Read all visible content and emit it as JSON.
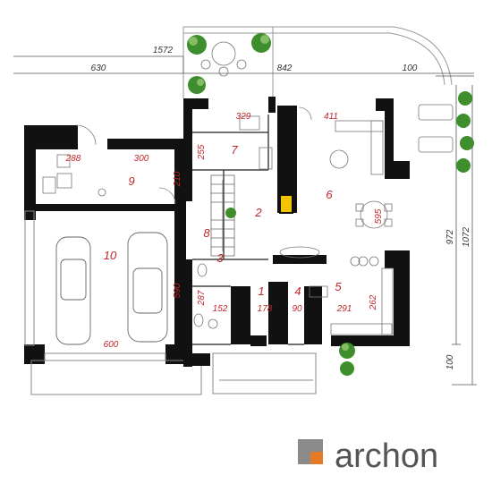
{
  "plan": {
    "rooms": [
      {
        "id": "1",
        "label": "1"
      },
      {
        "id": "2",
        "label": "2"
      },
      {
        "id": "3",
        "label": "3"
      },
      {
        "id": "4",
        "label": "4"
      },
      {
        "id": "5",
        "label": "5"
      },
      {
        "id": "6",
        "label": "6"
      },
      {
        "id": "7",
        "label": "7"
      },
      {
        "id": "8",
        "label": "8"
      },
      {
        "id": "9",
        "label": "9"
      },
      {
        "id": "10",
        "label": "10"
      }
    ],
    "outer_dimensions": {
      "total_width": "1572",
      "left_width": "630",
      "right_width": "842",
      "terrace_width": "100",
      "depth_main": "972",
      "depth_total": "1072",
      "bottom_offset": "100"
    },
    "room_dimensions": {
      "d288": "288",
      "d300": "300",
      "d210": "210",
      "d329": "329",
      "d411": "411",
      "d255": "255",
      "d595": "595",
      "d590": "590",
      "d600": "600",
      "d287": "287",
      "d152": "152",
      "d178": "178",
      "d90": "90",
      "d291": "291",
      "d262": "262"
    },
    "colors": {
      "wall": "#111111",
      "dimension_red": "#c0262b",
      "fireplace": "#f2c500",
      "plant_green": "#3e8e2e"
    }
  },
  "brand": {
    "name": "archon",
    "logo_colors": [
      "#e57a26",
      "#8a8a8a",
      "#555555"
    ]
  }
}
